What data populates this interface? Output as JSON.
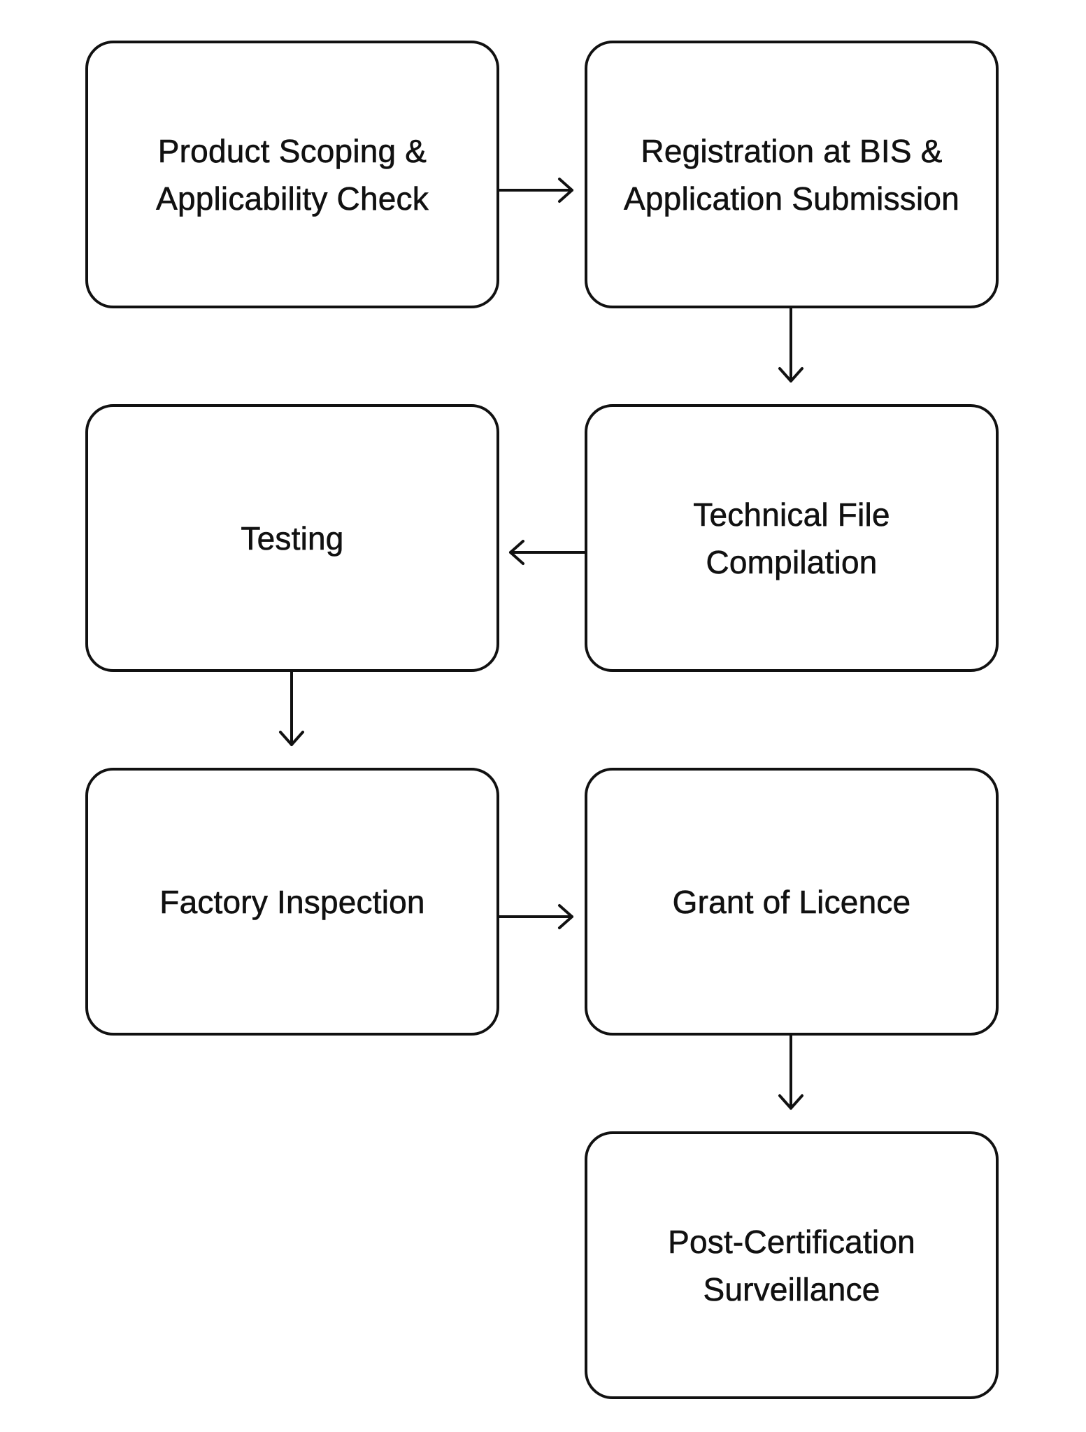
{
  "steps": [
    {
      "id": "step-1",
      "label": "Product Scoping &\nApplicability Check"
    },
    {
      "id": "step-2",
      "label": "Registration at BIS &\nApplication Submission"
    },
    {
      "id": "step-3",
      "label": "Technical File\nCompilation"
    },
    {
      "id": "step-4",
      "label": "Testing"
    },
    {
      "id": "step-5",
      "label": "Factory Inspection"
    },
    {
      "id": "step-6",
      "label": "Grant of Licence"
    },
    {
      "id": "step-7",
      "label": "Post-Certification\nSurveillance"
    }
  ],
  "connections": [
    {
      "from": "step-1",
      "to": "step-2",
      "direction": "right"
    },
    {
      "from": "step-2",
      "to": "step-3",
      "direction": "down"
    },
    {
      "from": "step-3",
      "to": "step-4",
      "direction": "left"
    },
    {
      "from": "step-4",
      "to": "step-5",
      "direction": "down"
    },
    {
      "from": "step-5",
      "to": "step-6",
      "direction": "right"
    },
    {
      "from": "step-6",
      "to": "step-7",
      "direction": "down"
    }
  ],
  "colors": {
    "stroke": "#111111",
    "background": "#ffffff"
  }
}
